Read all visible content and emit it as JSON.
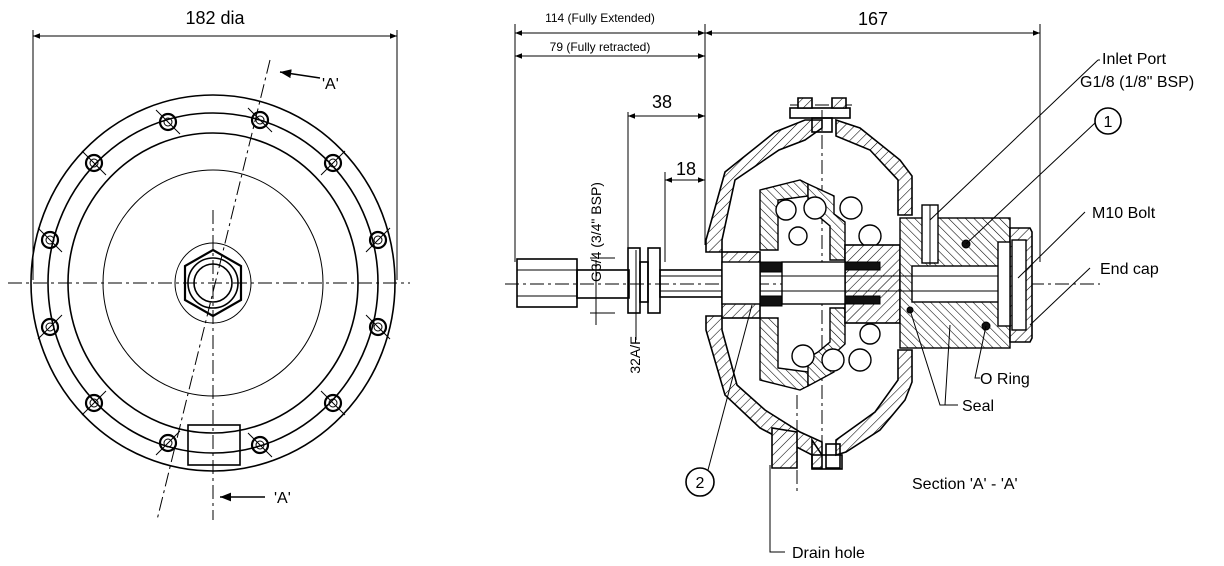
{
  "labels": {
    "dia": "182 dia",
    "sec_top": "'A'",
    "sec_bottom": "'A'",
    "extended": "114 (Fully Extended)",
    "retracted": "79 (Fully retracted)",
    "d167": "167",
    "d38": "38",
    "d18": "18",
    "thread": "G3/4 (3/4\" BSP)",
    "af": "32A/F",
    "inlet1": "Inlet Port",
    "inlet2": "G1/8 (1/8\"  BSP)",
    "callout1": "1",
    "callout2": "2",
    "m10": "M10 Bolt",
    "endcap": "End cap",
    "oring": "O Ring",
    "seal": "Seal",
    "section": "Section 'A' - 'A'",
    "drain": "Drain hole"
  }
}
